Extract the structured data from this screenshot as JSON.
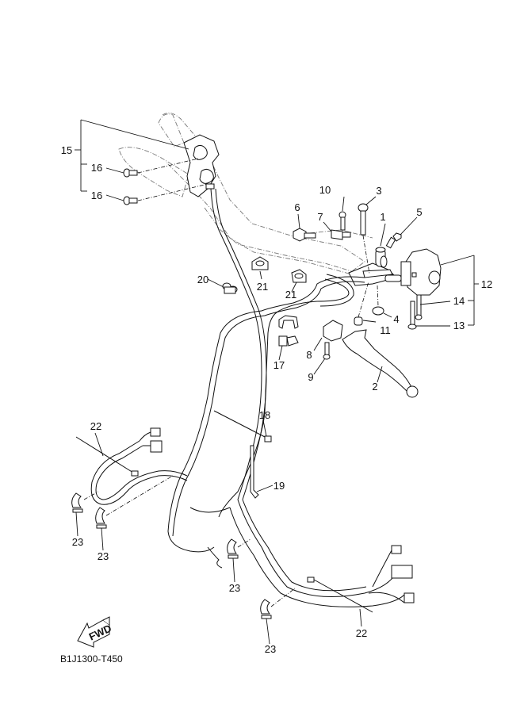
{
  "diagram": {
    "title_code": "B1J1300-T450",
    "fwd_label": "FWD",
    "callouts": [
      {
        "id": "c1",
        "label": "1"
      },
      {
        "id": "c2",
        "label": "2"
      },
      {
        "id": "c3",
        "label": "3"
      },
      {
        "id": "c4",
        "label": "4"
      },
      {
        "id": "c5",
        "label": "5"
      },
      {
        "id": "c6",
        "label": "6"
      },
      {
        "id": "c7",
        "label": "7"
      },
      {
        "id": "c8",
        "label": "8"
      },
      {
        "id": "c9",
        "label": "9"
      },
      {
        "id": "c10",
        "label": "10"
      },
      {
        "id": "c11",
        "label": "11"
      },
      {
        "id": "c12",
        "label": "12"
      },
      {
        "id": "c13",
        "label": "13"
      },
      {
        "id": "c14",
        "label": "14"
      },
      {
        "id": "c15",
        "label": "15"
      },
      {
        "id": "c16a",
        "label": "16"
      },
      {
        "id": "c16b",
        "label": "16"
      },
      {
        "id": "c17",
        "label": "17"
      },
      {
        "id": "c18",
        "label": "18"
      },
      {
        "id": "c19",
        "label": "19"
      },
      {
        "id": "c20",
        "label": "20"
      },
      {
        "id": "c21a",
        "label": "21"
      },
      {
        "id": "c21b",
        "label": "21"
      },
      {
        "id": "c22a",
        "label": "22"
      },
      {
        "id": "c22b",
        "label": "22"
      },
      {
        "id": "c23a",
        "label": "23"
      },
      {
        "id": "c23b",
        "label": "23"
      },
      {
        "id": "c23c",
        "label": "23"
      },
      {
        "id": "c23d",
        "label": "23"
      }
    ]
  }
}
